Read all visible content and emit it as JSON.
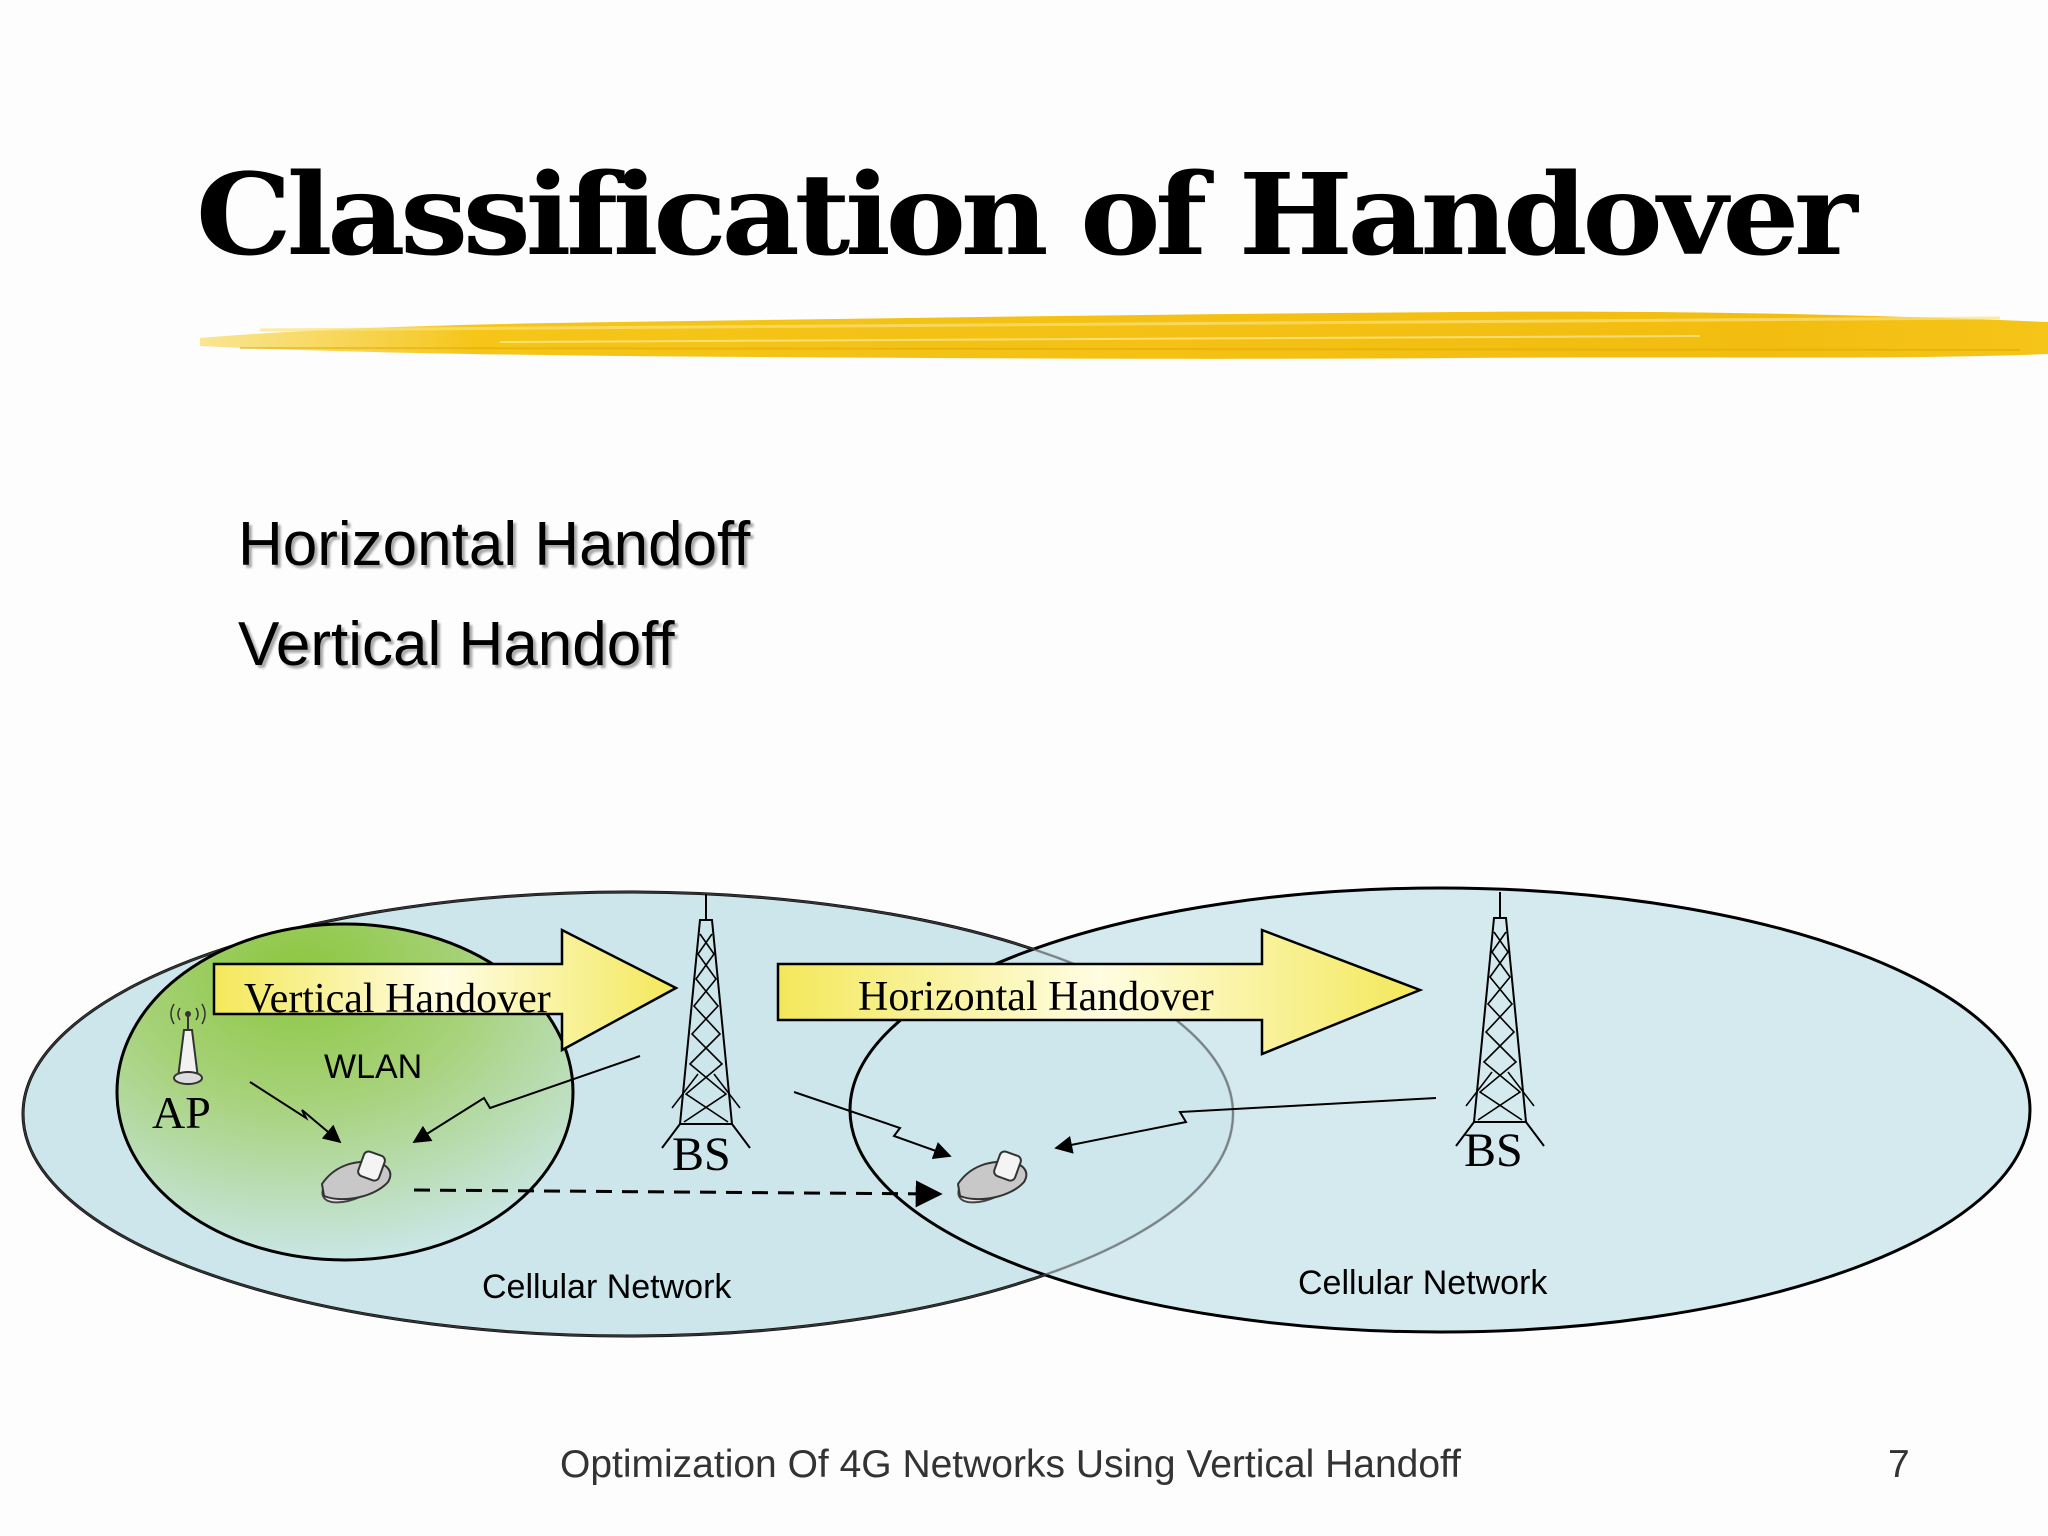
{
  "slide": {
    "title": "Classification of Handover",
    "bullets": [
      "Horizontal Handoff",
      "Vertical Handoff"
    ],
    "footer": "Optimization Of 4G Networks Using Vertical Handoff",
    "page_number": "7"
  },
  "diagram": {
    "vertical_arrow_label": "Vertical Handover",
    "horizontal_arrow_label": "Horizontal Handover",
    "wlan_label": "WLAN",
    "ap_label": "AP",
    "bs_left_label": "BS",
    "bs_right_label": "BS",
    "cell_left_label": "Cellular Network",
    "cell_right_label": "Cellular Network"
  },
  "colors": {
    "brush_yellow": "#f5c518",
    "cell_fill": "#cde6ec",
    "wlan_green": "#8cc63f",
    "arrow_fill_light": "#fffbd6",
    "arrow_fill_dark": "#f3e85a"
  }
}
